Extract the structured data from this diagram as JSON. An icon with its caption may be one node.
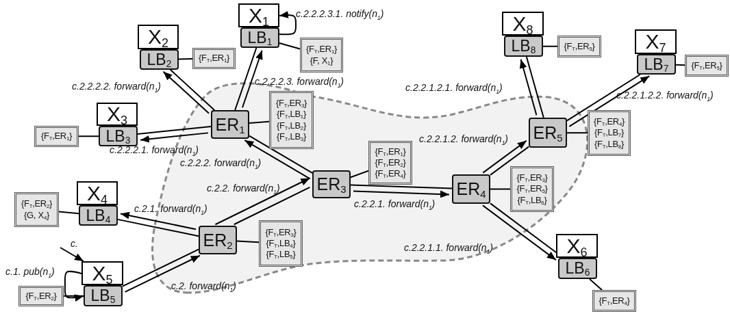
{
  "diagram": {
    "nodes": [
      {
        "text": [
          "X$_{1}$"
        ]
      },
      {
        "text": [
          "LB$_{1}$"
        ]
      },
      {
        "text": [
          "{F$_{T}$,ER$_{1}$}",
          "{F, X$_{1}$}"
        ]
      },
      {
        "text": [
          "X$_{2}$"
        ]
      },
      {
        "text": [
          "LB$_{2}$"
        ]
      },
      {
        "text": [
          "{F$_{T}$,ER$_{1}$}"
        ]
      },
      {
        "text": [
          "X$_{3}$"
        ]
      },
      {
        "text": [
          "LB$_{3}$"
        ]
      },
      {
        "text": [
          "{F$_{T}$,ER$_{1}$}"
        ]
      },
      {
        "text": [
          "ER$_{1}$"
        ]
      },
      {
        "text": [
          "{F$_{T}$,ER$_{3}$}",
          "{F$_{T}$,LB$_{1}$}",
          "{F$_{T}$,LB$_{2}$}",
          "{F$_{T}$,LB$_{3}$}"
        ]
      },
      {
        "text": [
          "ER$_{3}$"
        ]
      },
      {
        "text": [
          "{F$_{T}$,ER$_{1}$}",
          "{F$_{T}$,ER$_{2}$}",
          "{F$_{T}$,ER$_{4}$}"
        ]
      },
      {
        "text": [
          "X$_{4}$"
        ]
      },
      {
        "text": [
          "LB$_{4}$"
        ]
      },
      {
        "text": [
          "{F$_{T}$,ER$_{2}$}",
          "{G, X$_{4}$}"
        ]
      },
      {
        "text": [
          "ER$_{2}$"
        ]
      },
      {
        "text": [
          "{F$_{T}$,ER$_{3}$}",
          "{F$_{T}$,LB$_{4}$}",
          "{F$_{T}$,LB$_{5}$}"
        ]
      },
      {
        "text": [
          "X$_{5}$"
        ]
      },
      {
        "text": [
          "LB$_{5}$"
        ]
      },
      {
        "text": [
          "{F$_{T}$,ER$_{2}$}"
        ]
      },
      {
        "text": [
          "ER$_{4}$"
        ]
      },
      {
        "text": [
          "{F$_{T}$,ER$_{3}$}",
          "{F$_{T}$,ER$_{5}$}",
          "{F$_{T}$,LB$_{6}$}"
        ]
      },
      {
        "text": [
          "X$_{6}$"
        ]
      },
      {
        "text": [
          "LB$_{6}$"
        ]
      },
      {
        "text": [
          "{F$_{T}$,ER$_{4}$}"
        ]
      },
      {
        "text": [
          "ER$_{5}$"
        ]
      },
      {
        "text": [
          "{F$_{T}$,ER$_{4}$}",
          "{F$_{T}$,LB$_{7}$}",
          "{F$_{T}$,LB$_{8}$}"
        ]
      },
      {
        "text": [
          "X$_{8}$"
        ]
      },
      {
        "text": [
          "LB$_{8}$"
        ]
      },
      {
        "text": [
          "{F$_{T}$,ER$_{5}$}"
        ]
      },
      {
        "text": [
          "X$_{7}$"
        ]
      },
      {
        "text": [
          "LB$_{7}$"
        ]
      },
      {
        "text": [
          "{F$_{T}$,ER$_{5}$}"
        ]
      }
    ],
    "edges": [
      {
        "from": 1,
        "to": 2,
        "arrow": "none"
      },
      {
        "from": 4,
        "to": 5,
        "arrow": "none"
      },
      {
        "from": 7,
        "to": 8,
        "arrow": "none"
      },
      {
        "from": 9,
        "to": 10,
        "arrow": "none"
      },
      {
        "from": 11,
        "to": 12,
        "arrow": "none"
      },
      {
        "from": 14,
        "to": 15,
        "arrow": "none"
      },
      {
        "from": 16,
        "to": 17,
        "arrow": "none"
      },
      {
        "from": 19,
        "to": 20,
        "arrow": "none"
      },
      {
        "from": 21,
        "to": 22,
        "arrow": "none"
      },
      {
        "from": 24,
        "to": 25,
        "arrow": "none"
      },
      {
        "from": 26,
        "to": 27,
        "arrow": "none"
      },
      {
        "from": 29,
        "to": 30,
        "arrow": "none"
      },
      {
        "from": 32,
        "to": 33,
        "arrow": "none"
      },
      {
        "from": 9,
        "to": 1,
        "arrow": "none"
      },
      {
        "from": 9,
        "to": 4,
        "arrow": "none"
      },
      {
        "from": 9,
        "to": 7,
        "arrow": "none"
      },
      {
        "from": 9,
        "to": 11,
        "arrow": "none"
      },
      {
        "from": 16,
        "to": 14,
        "arrow": "none"
      },
      {
        "from": 16,
        "to": 19,
        "arrow": "none"
      },
      {
        "from": 16,
        "to": 11,
        "arrow": "none"
      },
      {
        "from": 11,
        "to": 21,
        "arrow": "none"
      },
      {
        "from": 21,
        "to": 24,
        "arrow": "none"
      },
      {
        "from": 21,
        "to": 26,
        "arrow": "none"
      },
      {
        "from": 26,
        "to": 29,
        "arrow": "none"
      },
      {
        "from": 26,
        "to": 32,
        "arrow": "none"
      },
      {
        "from": 19,
        "to": 16,
        "arrow": "to",
        "label": "c.2. forward(n$_{1}$)"
      },
      {
        "from": 16,
        "to": 11,
        "arrow": "to",
        "label": "c.2.2. forward(n$_{1}$)"
      },
      {
        "from": 16,
        "to": 14,
        "arrow": "to",
        "label": "c.2.1. forward(n$_{1}$)"
      },
      {
        "from": 11,
        "to": 9,
        "arrow": "to",
        "label": "c.2.2.2. forward(n$_{1}$)"
      },
      {
        "from": 11,
        "to": 21,
        "arrow": "to",
        "label": "c.2.2.1. forward(n$_{1}$)"
      },
      {
        "from": 9,
        "to": 7,
        "arrow": "to",
        "label": "c.2.2.2.1. forward(n$_{1}$)"
      },
      {
        "from": 9,
        "to": 4,
        "arrow": "to",
        "label": "c.2.2.2.2. forward(n$_{1}$)"
      },
      {
        "from": 9,
        "to": 1,
        "arrow": "to",
        "label": "c.2.2.2.3. forward(n$_{1}$)"
      },
      {
        "from": 21,
        "to": 24,
        "arrow": "to",
        "label": "c.2.2.1.1. forward(n$_{1}$)"
      },
      {
        "from": 21,
        "to": 26,
        "arrow": "to",
        "label": "c.2.2.1.2. forward(n$_{1}$)"
      },
      {
        "from": 26,
        "to": 29,
        "arrow": "to",
        "label": "c.2.2.1.2.1. forward(n$_{1}$)"
      },
      {
        "from": 26,
        "to": 32,
        "arrow": "to",
        "label": "c.2.2.1.2.2. forward(n$_{1}$)"
      },
      {
        "from": 1,
        "to": 0,
        "arrow": "to",
        "label": "c.2.2.2.3.1. notify(n$_{1}$)"
      },
      {
        "from": 18,
        "to": 19,
        "arrow": "to",
        "label": "c.1. pub(n$_{1}$)"
      },
      {
        "from": null,
        "to": 18,
        "arrow": "to",
        "label": "c."
      }
    ]
  }
}
